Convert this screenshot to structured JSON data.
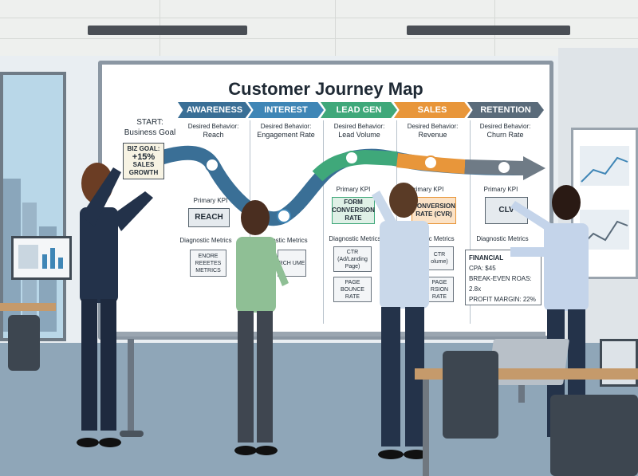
{
  "board": {
    "title": "Customer Journey Map",
    "start_line1": "START:",
    "start_line2": "Business Goal",
    "goal_card": {
      "line1": "BIZ GOAL:",
      "line2": "+15%",
      "line3": "SALES",
      "line4": "GROWTH"
    },
    "stages": [
      {
        "label": "AWARENESS",
        "color": "#3a6f96",
        "behavior_prefix": "Desired Behavior:",
        "behavior": "Reach"
      },
      {
        "label": "INTEREST",
        "color": "#3f86b6",
        "behavior_prefix": "Desired Behavior:",
        "behavior": "Engagement Rate"
      },
      {
        "label": "LEAD GEN",
        "color": "#3fa87a",
        "behavior_prefix": "Desired Behavior:",
        "behavior": "Lead Volume"
      },
      {
        "label": "SALES",
        "color": "#e8963a",
        "behavior_prefix": "Desired Behavior:",
        "behavior": "Revenue"
      },
      {
        "label": "RETENTION",
        "color": "#5a6b7a",
        "behavior_prefix": "Desired Behavior:",
        "behavior": "Churn Rate"
      }
    ],
    "primary_kpi_label": "Primary KPI",
    "diagnostic_label": "Diagnostic Metrics",
    "kpis": [
      "REACH",
      "FORM CONVERSION RATE",
      "CONVERSION RATE (CVR)",
      "CLV"
    ],
    "diagnostics": {
      "awareness": "ENORE REEETES METRICS",
      "interest": "RCH UME",
      "lead_gen_1": "CTR (Ad/Landing Page)",
      "lead_gen_2": "PAGE BOUNCE RATE",
      "sales_1": "CTR olume)",
      "sales_2": "PAGE RSION RATE"
    },
    "financial": {
      "title": "FINANCIAL",
      "cpa": "CPA: $45",
      "roas": "BREAK-EVEN ROAS: 2.8x",
      "margin": "PROFIT MARGIN: 22%"
    }
  }
}
